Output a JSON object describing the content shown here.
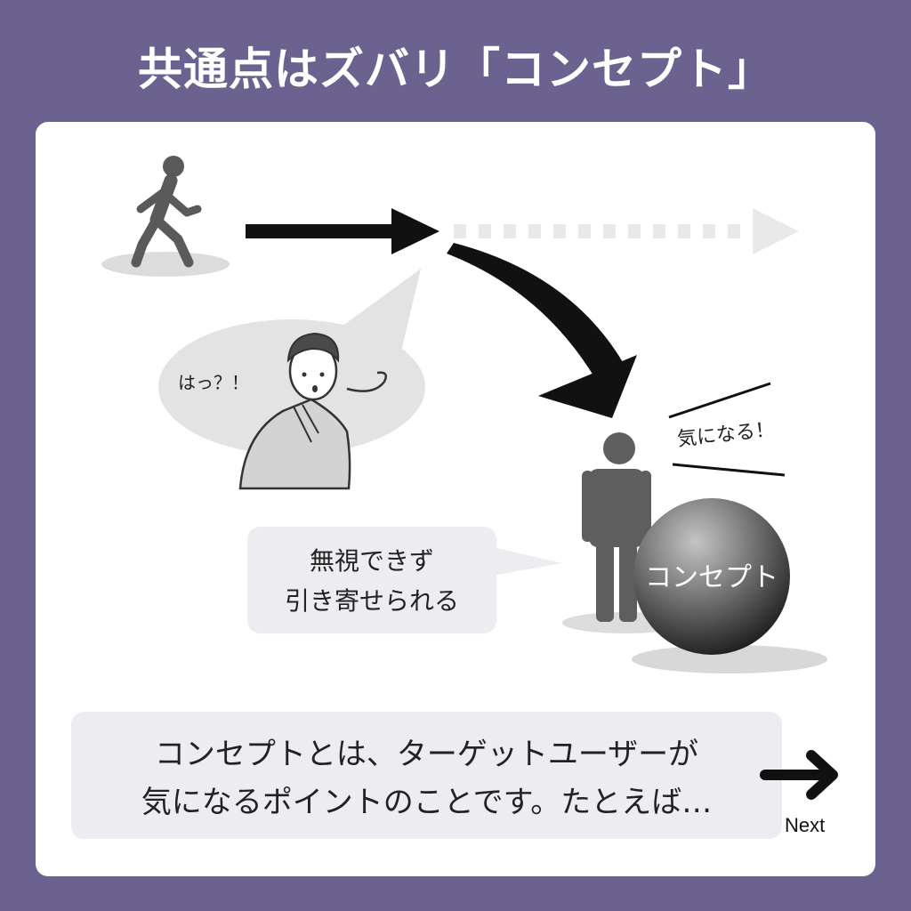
{
  "header": {
    "title": "共通点はズバリ「コンセプト」"
  },
  "scene": {
    "surprise_text": "はっ？！",
    "ki_ni_naru_text": "気になる！",
    "ball_label": "コンセプト",
    "ignore_line1": "無視できず",
    "ignore_line2": "引き寄せられる"
  },
  "caption": {
    "line1": "コンセプトとは、ターゲットユーザーが",
    "line2": "気になるポイントのことです。たとえば…"
  },
  "nav": {
    "next_label": "Next"
  }
}
